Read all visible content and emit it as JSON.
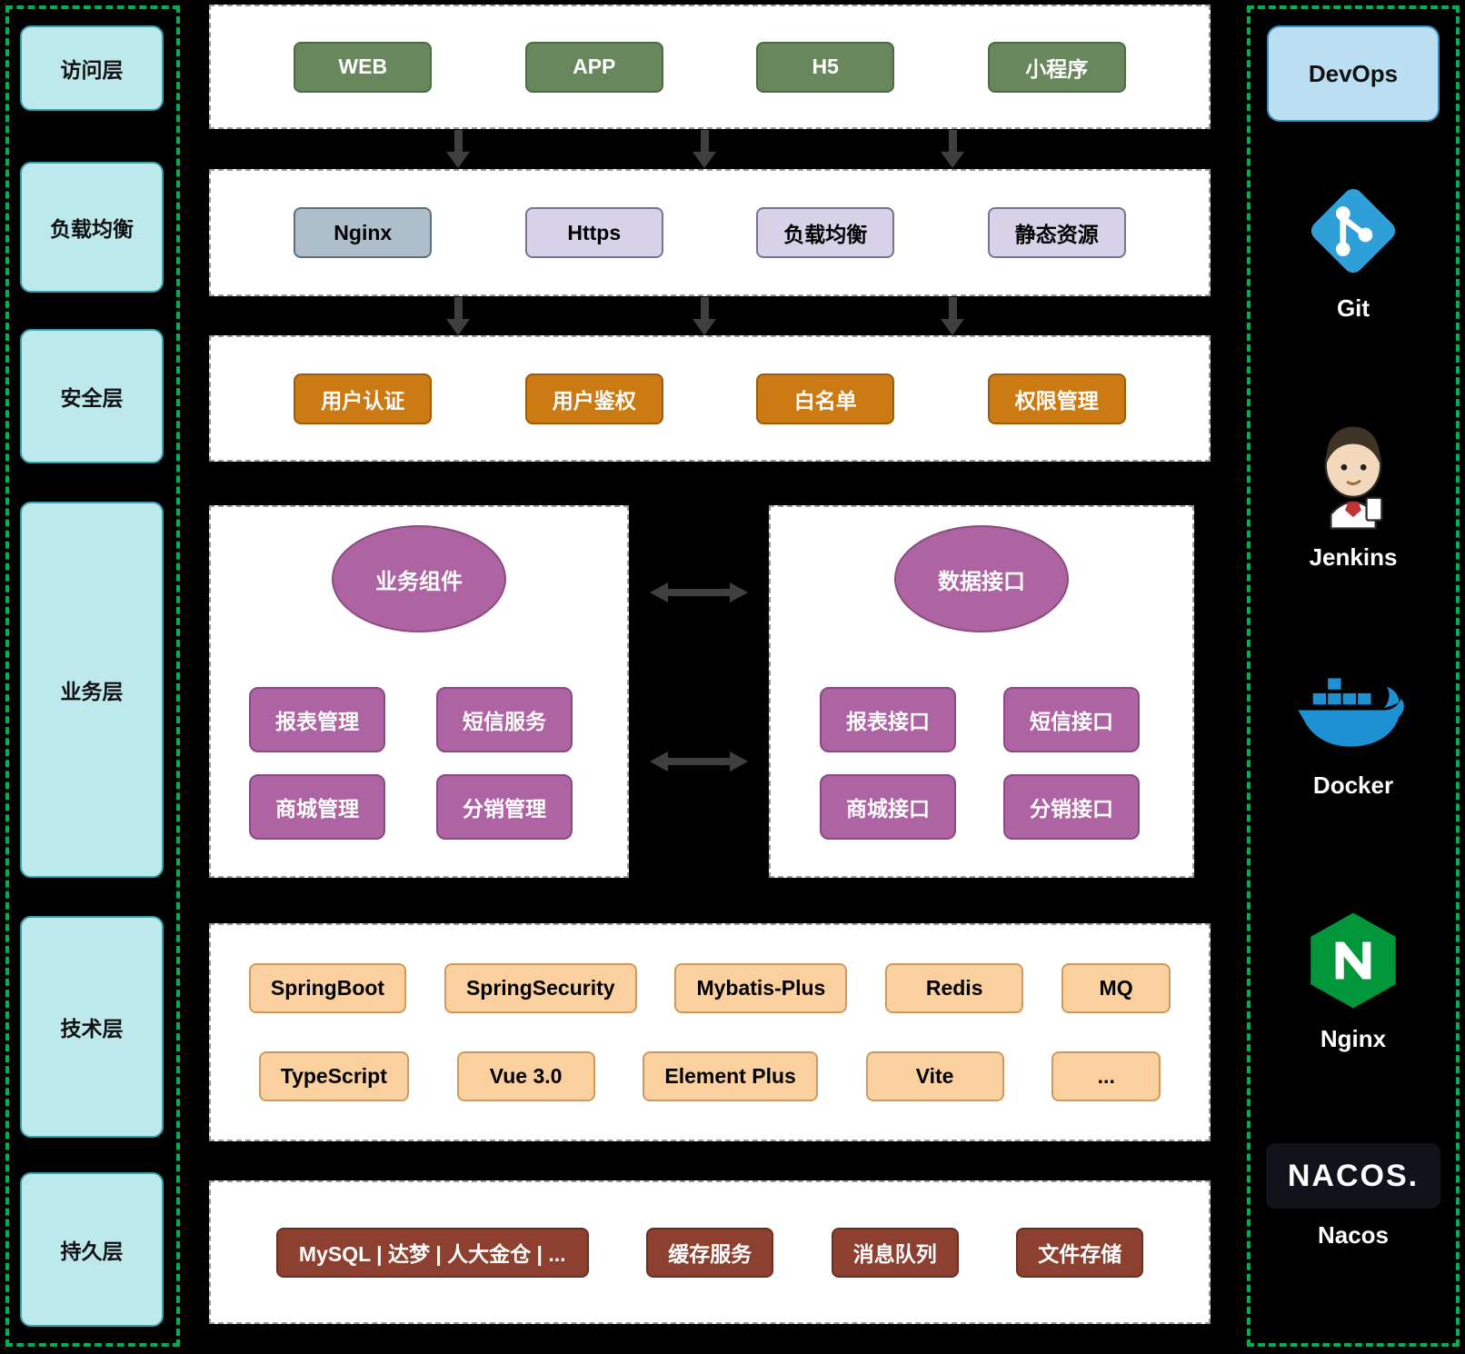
{
  "layers": [
    {
      "label": "访问层"
    },
    {
      "label": "负载均衡"
    },
    {
      "label": "安全层"
    },
    {
      "label": "业务层"
    },
    {
      "label": "技术层"
    },
    {
      "label": "持久层"
    }
  ],
  "access_row": {
    "items": [
      "WEB",
      "APP",
      "H5",
      "小程序"
    ]
  },
  "load_balance_row": {
    "items": [
      "Nginx",
      "Https",
      "负载均衡",
      "静态资源"
    ]
  },
  "security_row": {
    "items": [
      "用户认证",
      "用户鉴权",
      "白名单",
      "权限管理"
    ]
  },
  "business": {
    "components": {
      "title": "业务组件",
      "items": [
        "报表管理",
        "短信服务",
        "商城管理",
        "分销管理"
      ]
    },
    "interfaces": {
      "title": "数据接口",
      "items": [
        "报表接口",
        "短信接口",
        "商城接口",
        "分销接口"
      ]
    }
  },
  "tech_row": {
    "row1": [
      "SpringBoot",
      "SpringSecurity",
      "Mybatis-Plus",
      "Redis",
      "MQ"
    ],
    "row2": [
      "TypeScript",
      "Vue 3.0",
      "Element Plus",
      "Vite",
      "..."
    ]
  },
  "persistence_row": {
    "items": [
      "MySQL | 达梦 | 人大金仓 | ...",
      "缓存服务",
      "消息队列",
      "文件存储"
    ]
  },
  "devops": {
    "title": "DevOps",
    "tools": [
      {
        "label": "Git"
      },
      {
        "label": "Jenkins"
      },
      {
        "label": "Docker"
      },
      {
        "label": "Nginx"
      },
      {
        "label": "Nacos",
        "logo_text": "NACOS."
      }
    ]
  },
  "colors": {
    "frame_green": "#00b050",
    "layer_fill": "#bde8ec",
    "access_node": "#68875c",
    "nginx_node": "#adbfca",
    "lb_node": "#d8d2e8",
    "security_node": "#cc7a14",
    "business_node": "#ae64a2",
    "tech_node": "#f9d09e",
    "persistence_node": "#8e4030",
    "devops_fill": "#badff2"
  }
}
